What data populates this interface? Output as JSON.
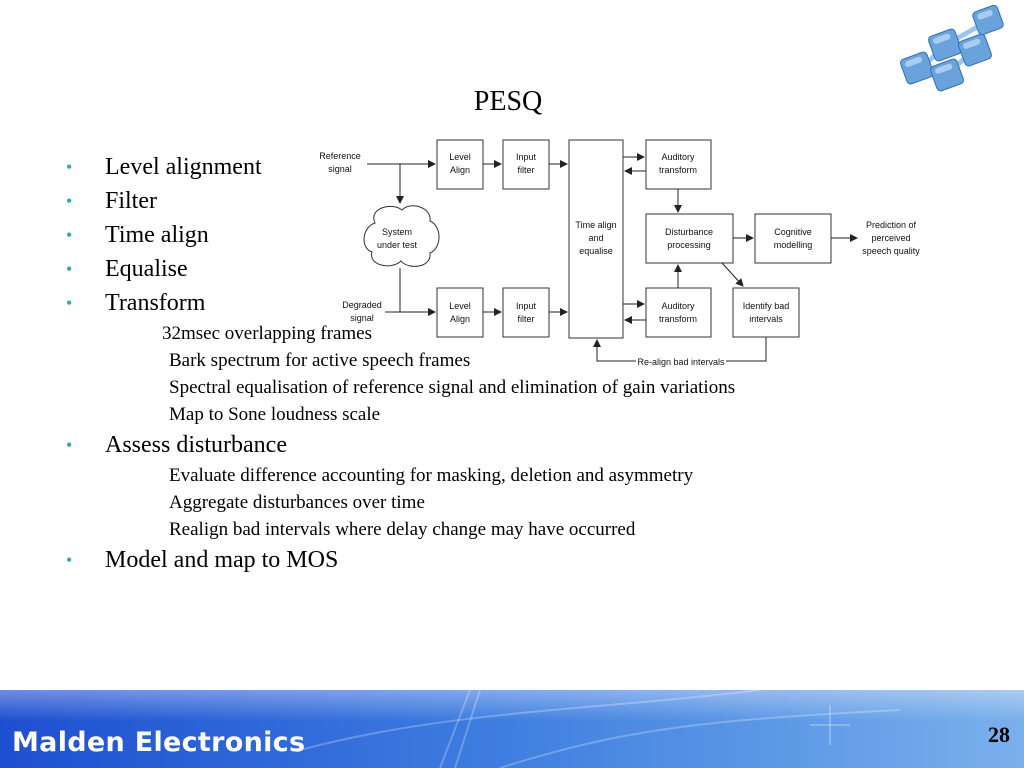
{
  "title": "PESQ",
  "bullets": [
    {
      "label": "Level alignment"
    },
    {
      "label": "Filter"
    },
    {
      "label": "Time align"
    },
    {
      "label": "Equalise"
    },
    {
      "label": "Transform",
      "subs": [
        "32msec overlapping frames",
        "Bark spectrum for active speech frames",
        "Spectral equalisation of reference signal and elimination of gain variations",
        "Map to Sone loudness scale"
      ]
    },
    {
      "label": "Assess disturbance",
      "subs": [
        "Evaluate difference accounting for masking, deletion and asymmetry",
        "Aggregate disturbances over time",
        "Realign bad intervals where delay change may have occurred"
      ]
    },
    {
      "label": "Model and map to MOS"
    }
  ],
  "diagram": {
    "reference_signal": [
      "Reference",
      "signal"
    ],
    "degraded_signal": [
      "Degraded",
      "signal"
    ],
    "system_under_test": [
      "System",
      "under test"
    ],
    "level_align": [
      "Level",
      "Align"
    ],
    "input_filter": [
      "Input",
      "filter"
    ],
    "time_align": [
      "Time align",
      "and",
      "equalise"
    ],
    "auditory_transform": [
      "Auditory",
      "transform"
    ],
    "disturbance_processing": [
      "Disturbance",
      "processing"
    ],
    "cognitive_modelling": [
      "Cognitive",
      "modelling"
    ],
    "identify_bad_intervals": [
      "Identify bad",
      "intervals"
    ],
    "prediction": [
      "Prediction of",
      "perceived",
      "speech quality"
    ],
    "realign": "Re-align bad intervals"
  },
  "footer": {
    "brand": "Malden Electronics",
    "page": "28"
  },
  "colors": {
    "bullet": "#2aa8b8",
    "footer_dark": "#1e4fd0",
    "footer_light": "#7ab0ec",
    "logo_cube": "#6aa3dc"
  }
}
